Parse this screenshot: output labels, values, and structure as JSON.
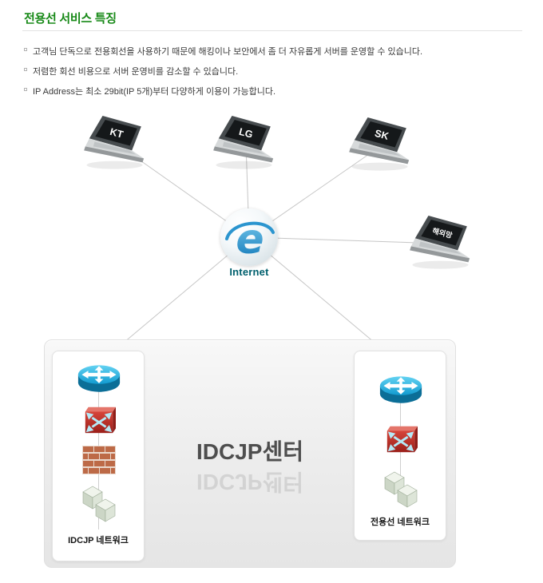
{
  "page": {
    "title": "전용선 서비스 특징",
    "bullets": [
      "고객님 단독으로 전용회선을 사용하기 때문에 해킹이나 보안에서 좀 더 자유롭게 서버를 운영할 수 있습니다.",
      "저렴한 회선 비용으로 서버 운영비를 감소할 수 있습니다.",
      "IP Address는 최소 29bit(IP 5개)부터 다양하게 이용이 가능합니다."
    ]
  },
  "diagram": {
    "carriers": [
      {
        "label": "KT"
      },
      {
        "label": "LG"
      },
      {
        "label": "SK"
      },
      {
        "label": "해외망"
      }
    ],
    "internet": {
      "letter": "e",
      "label": "Internet"
    },
    "datacenter": {
      "title": "IDCJP센터",
      "left": {
        "label": "IDCJP 네트워크"
      },
      "right": {
        "label": "전용선 네트워크"
      }
    },
    "icons": {
      "laptop": "laptop-icon",
      "internet": "internet-e-globe-icon",
      "router": "router-icon",
      "switch": "switch-icon",
      "firewall": "firewall-brick-icon",
      "servers": "server-boxes-icon"
    },
    "colors": {
      "title_green": "#178917",
      "internet_label_teal": "#01606e",
      "connector_gray": "#c6c6c6",
      "datacenter_title_gray": "#4e4e4e",
      "router_blue": "#129bd0",
      "switch_red": "#b32c22",
      "firewall_brick": "#bd6a47"
    }
  }
}
